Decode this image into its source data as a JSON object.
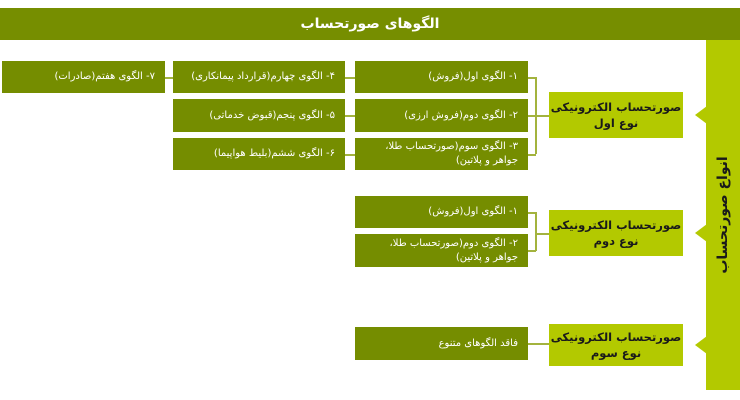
{
  "title": "الگوهای صورتحساب",
  "sidebar_label": "انواع صورتحساب",
  "colors": {
    "header": "#768e00",
    "accent_lime": "#b3c900",
    "pattern_box": "#758d00",
    "connector": "#a3b33e"
  },
  "types": [
    {
      "line1": "صورتحساب الکترونیکی",
      "line2": "نوع اول",
      "patterns": [
        {
          "label": "۱- الگوی اول(فروش)"
        },
        {
          "label": "۲- الگوی دوم(فروش ارزی)"
        },
        {
          "label": "۳- الگوی سوم(صورتحساب طلا، جواهر و پلاتین)"
        },
        {
          "label": "۴- الگوی چهارم(قرارداد پیمانکاری)"
        },
        {
          "label": "۵- الگوی پنجم(قبوض خدماتی)"
        },
        {
          "label": "۶- الگوی ششم(بلیط هواپیما)"
        },
        {
          "label": "۷- الگوی هفتم(صادرات)"
        }
      ]
    },
    {
      "line1": "صورتحساب الکترونیکی",
      "line2": "نوع دوم",
      "patterns": [
        {
          "label": "۱- الگوی اول(فروش)"
        },
        {
          "label": "۲- الگوی دوم(صورتحساب طلا، جواهر و پلاتین)"
        }
      ]
    },
    {
      "line1": "صورتحساب الکترونیکی",
      "line2": "نوع سوم",
      "patterns": [
        {
          "label": "فاقد الگوهای متنوع"
        }
      ]
    }
  ]
}
